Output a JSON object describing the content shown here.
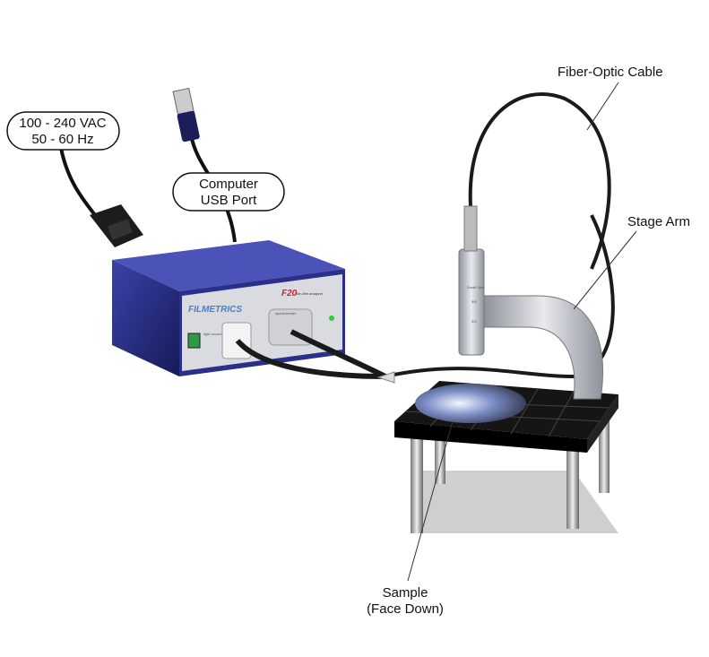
{
  "labels": {
    "power_line1": "100 - 240 VAC",
    "power_line2": "50 - 60 Hz",
    "usb_line1": "Computer",
    "usb_line2": "USB Port",
    "fiber": "Fiber-Optic Cable",
    "stage_arm": "Stage Arm",
    "sample_line1": "Sample",
    "sample_line2": "(Face Down)"
  },
  "device": {
    "brand": "FILMETRICS",
    "model": "F20",
    "subtitle": "thin-film analyzer",
    "light_source": "light source",
    "spectrometer": "spectrometer"
  },
  "stage_arm_scale": [
    "Small Spot",
    "5/8",
    "5/4"
  ],
  "colors": {
    "case": "#2a2f8a",
    "panel": "#d9dbe0",
    "cable": "#1a1a1a",
    "stage": "#111111",
    "arm": "#b8bcc4",
    "switch": "#2f9a45"
  }
}
